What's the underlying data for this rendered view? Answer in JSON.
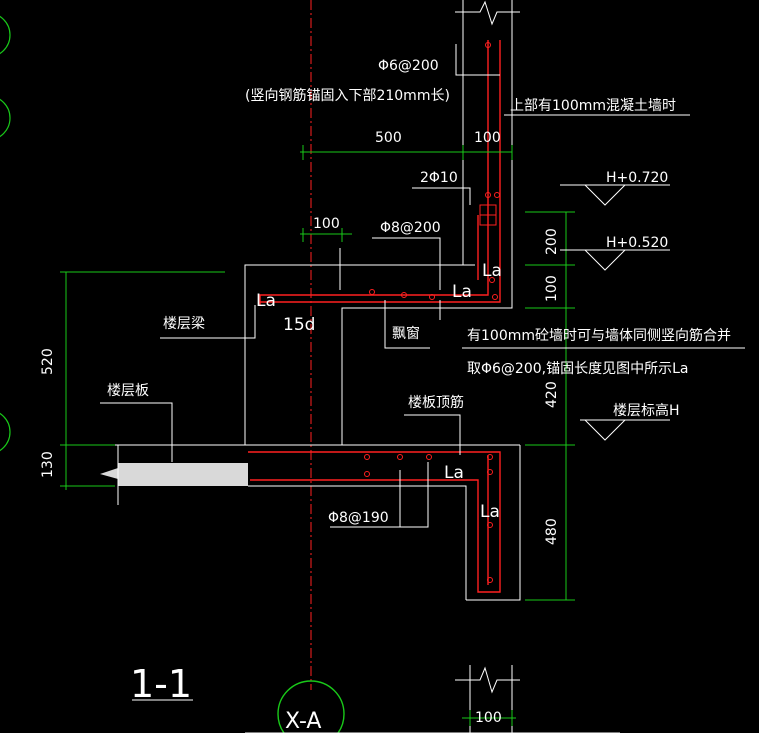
{
  "section_label": "1-1",
  "axis_label": "X-A",
  "notes": {
    "anchor_note": "(竖向钢筋锚固入下部210mm长)",
    "upper_wall_note": "上部有100mm混凝土墙时",
    "brick_wall_note_line1": "有100mm砼墙时可与墙体同侧竖向筋合并",
    "brick_wall_note_line2": "取Φ6@200,锚固长度见图中所示La"
  },
  "rebar_labels": {
    "top_vertical": "Φ6@200",
    "top_bars": "2Φ10",
    "beam_stirrup": "Φ8@200",
    "slab_bar": "Φ8@190",
    "hook_length": "15d",
    "anchorage": "La"
  },
  "member_labels": {
    "floor_beam": "楼层梁",
    "floor_slab": "楼层板",
    "bay_window": "飘窗",
    "slab_top_bar": "楼板顶筋",
    "floor_level": "楼层标高H"
  },
  "elevations": {
    "top": "H+0.720",
    "mid": "H+0.520"
  },
  "dimensions": {
    "width_500": "500",
    "wall_100_top": "100",
    "offset_100": "100",
    "wall_100_bottom": "100",
    "dim_200": "200",
    "dim_100": "100",
    "dim_420": "420",
    "dim_480": "480",
    "dim_520": "520",
    "dim_130": "130"
  }
}
